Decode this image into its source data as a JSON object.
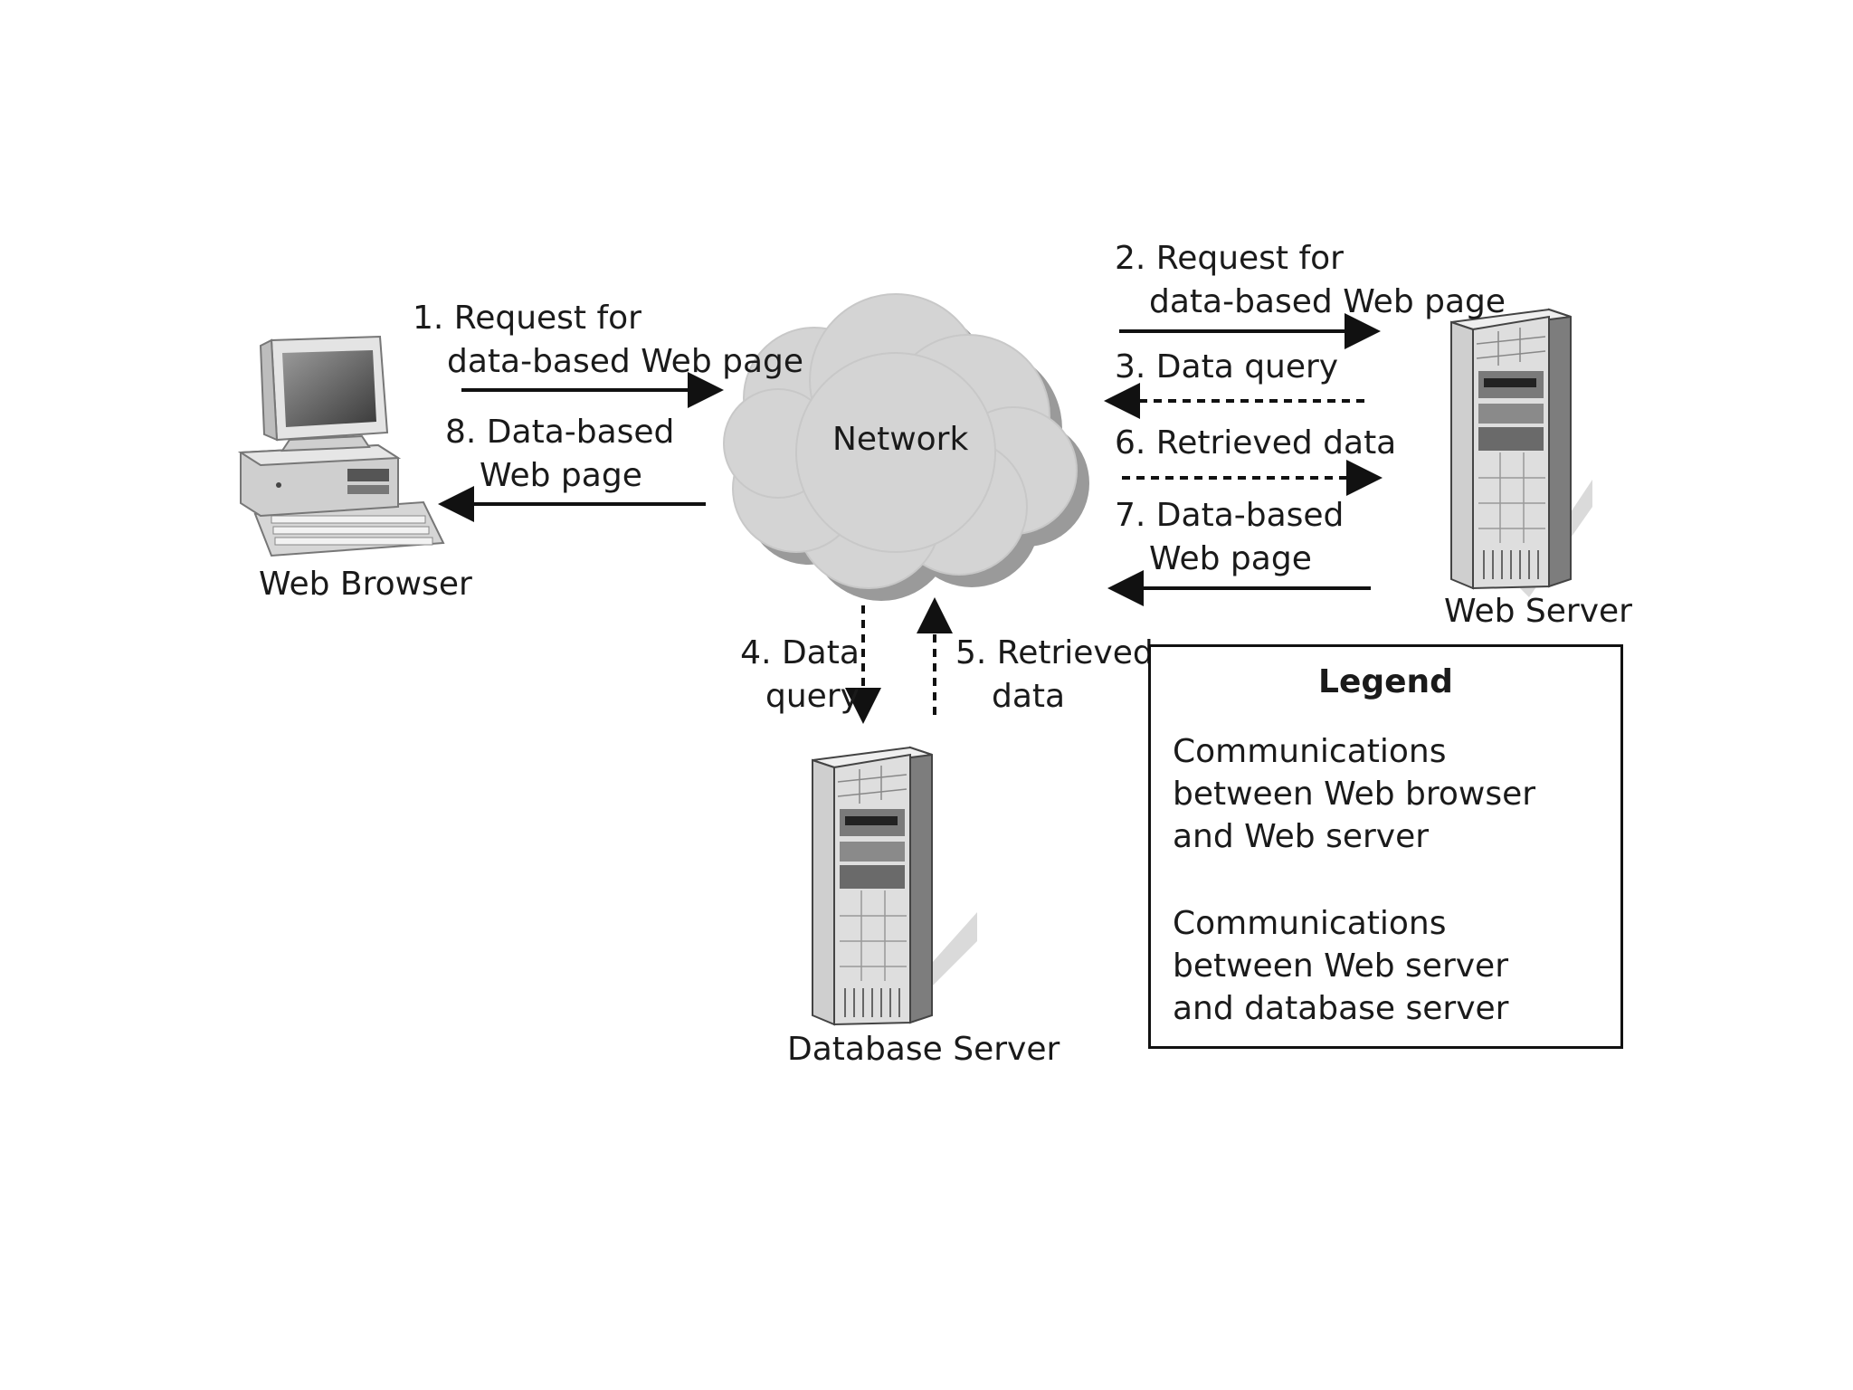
{
  "nodes": {
    "web_browser": "Web Browser",
    "network": "Network",
    "web_server": "Web Server",
    "database_server": "Database Server"
  },
  "steps": {
    "s1": {
      "line1": "1. Request for",
      "line2": "data-based Web page"
    },
    "s2": {
      "line1": "2. Request for",
      "line2": "data-based Web page"
    },
    "s3": {
      "line1": "3. Data query"
    },
    "s4": {
      "line1": "4. Data",
      "line2": "query"
    },
    "s5": {
      "line1": "5. Retrieved",
      "line2": "data"
    },
    "s6": {
      "line1": "6. Retrieved data"
    },
    "s7": {
      "line1": "7. Data-based",
      "line2": "Web page"
    },
    "s8": {
      "line1": "8. Data-based",
      "line2": "Web page"
    }
  },
  "legend": {
    "title": "Legend",
    "solid": {
      "line1": "Communications",
      "line2": "between Web browser",
      "line3": "and Web server"
    },
    "dashed": {
      "line1": "Communications",
      "line2": "between Web server",
      "line3": "and database server"
    }
  },
  "colors": {
    "ink": "#111111",
    "cloud": "#d4d4d4",
    "cloud_shadow": "#9a9a9a",
    "metal": "#d9d9d9"
  }
}
